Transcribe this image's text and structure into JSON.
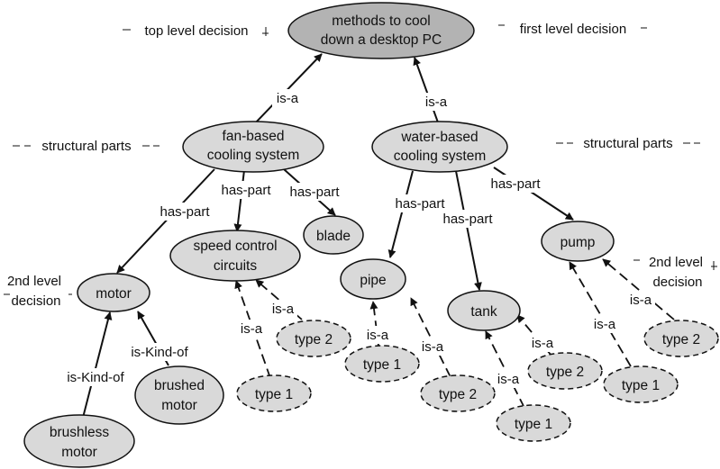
{
  "colors": {
    "node_fill": "#d9d9d9",
    "root_fill": "#b3b3b3",
    "stroke": "#111111",
    "background": "#ffffff"
  },
  "nodes": {
    "root": [
      "methods to cool",
      "down a desktop PC"
    ],
    "fan": [
      "fan-based",
      "cooling system"
    ],
    "water": [
      "water-based",
      "cooling system"
    ],
    "speed": [
      "speed control",
      "circuits"
    ],
    "blade": [
      "blade"
    ],
    "motor": [
      "motor"
    ],
    "pipe": [
      "pipe"
    ],
    "tank": [
      "tank"
    ],
    "pump": [
      "pump"
    ],
    "brushed": [
      "brushed",
      "motor"
    ],
    "brushless": [
      "brushless",
      "motor"
    ],
    "speed_type1": [
      "type 1"
    ],
    "speed_type2": [
      "type 2"
    ],
    "pipe_type1": [
      "type 1"
    ],
    "pipe_type2": [
      "type 2"
    ],
    "tank_type1": [
      "type 1"
    ],
    "tank_type2": [
      "type 2"
    ],
    "pump_type1": [
      "type 1"
    ],
    "pump_type2": [
      "type 2"
    ]
  },
  "edge_labels": {
    "is_a": "is-a",
    "has_part": "has-part",
    "is_kind_of": "is-Kind-of"
  },
  "annotations": {
    "top_level": "top level decision",
    "first_level": "first level decision",
    "structural_left": "structural parts",
    "structural_right": "structural parts",
    "second_level_left": [
      "2nd level",
      "decision"
    ],
    "second_level_right": [
      "2nd level",
      "decision"
    ]
  }
}
